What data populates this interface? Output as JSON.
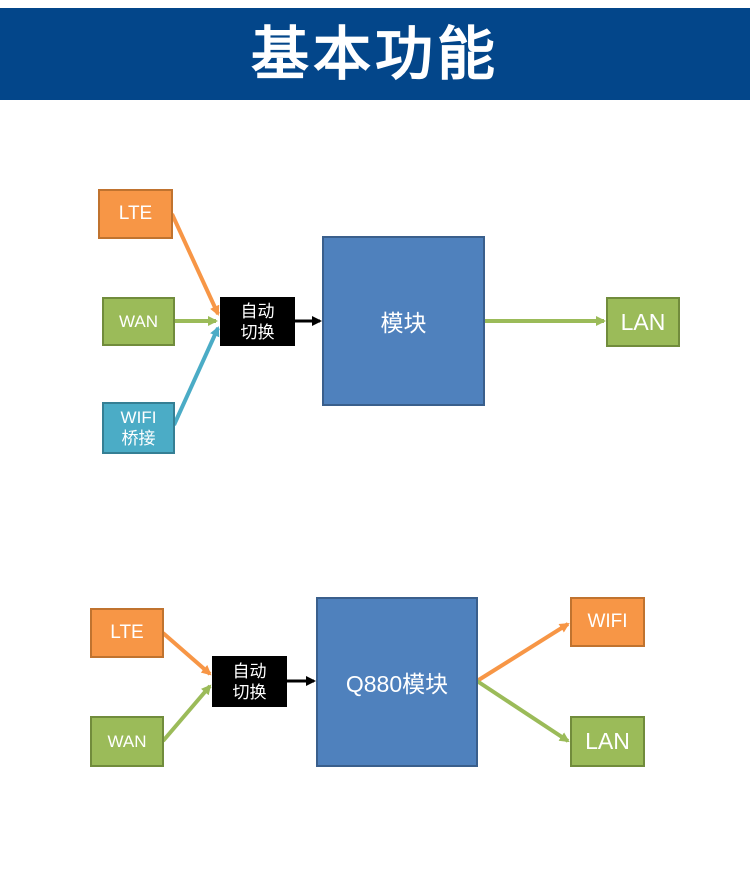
{
  "banner": {
    "title": "基本功能",
    "bg_color": "#03468a"
  },
  "diagram1": {
    "lte": "LTE",
    "wan": "WAN",
    "wifi_bridge": "WIFI\n桥接",
    "switch": "自动\n切换",
    "module": "模块",
    "lan": "LAN"
  },
  "diagram2": {
    "lte": "LTE",
    "wan": "WAN",
    "switch": "自动\n切换",
    "module": "Q880模块",
    "wifi": "WIFI",
    "lan": "LAN"
  },
  "colors": {
    "orange": "#f79646",
    "green": "#9bbb59",
    "teal": "#4bacc6",
    "blue": "#4f81bd",
    "black": "#000000"
  }
}
